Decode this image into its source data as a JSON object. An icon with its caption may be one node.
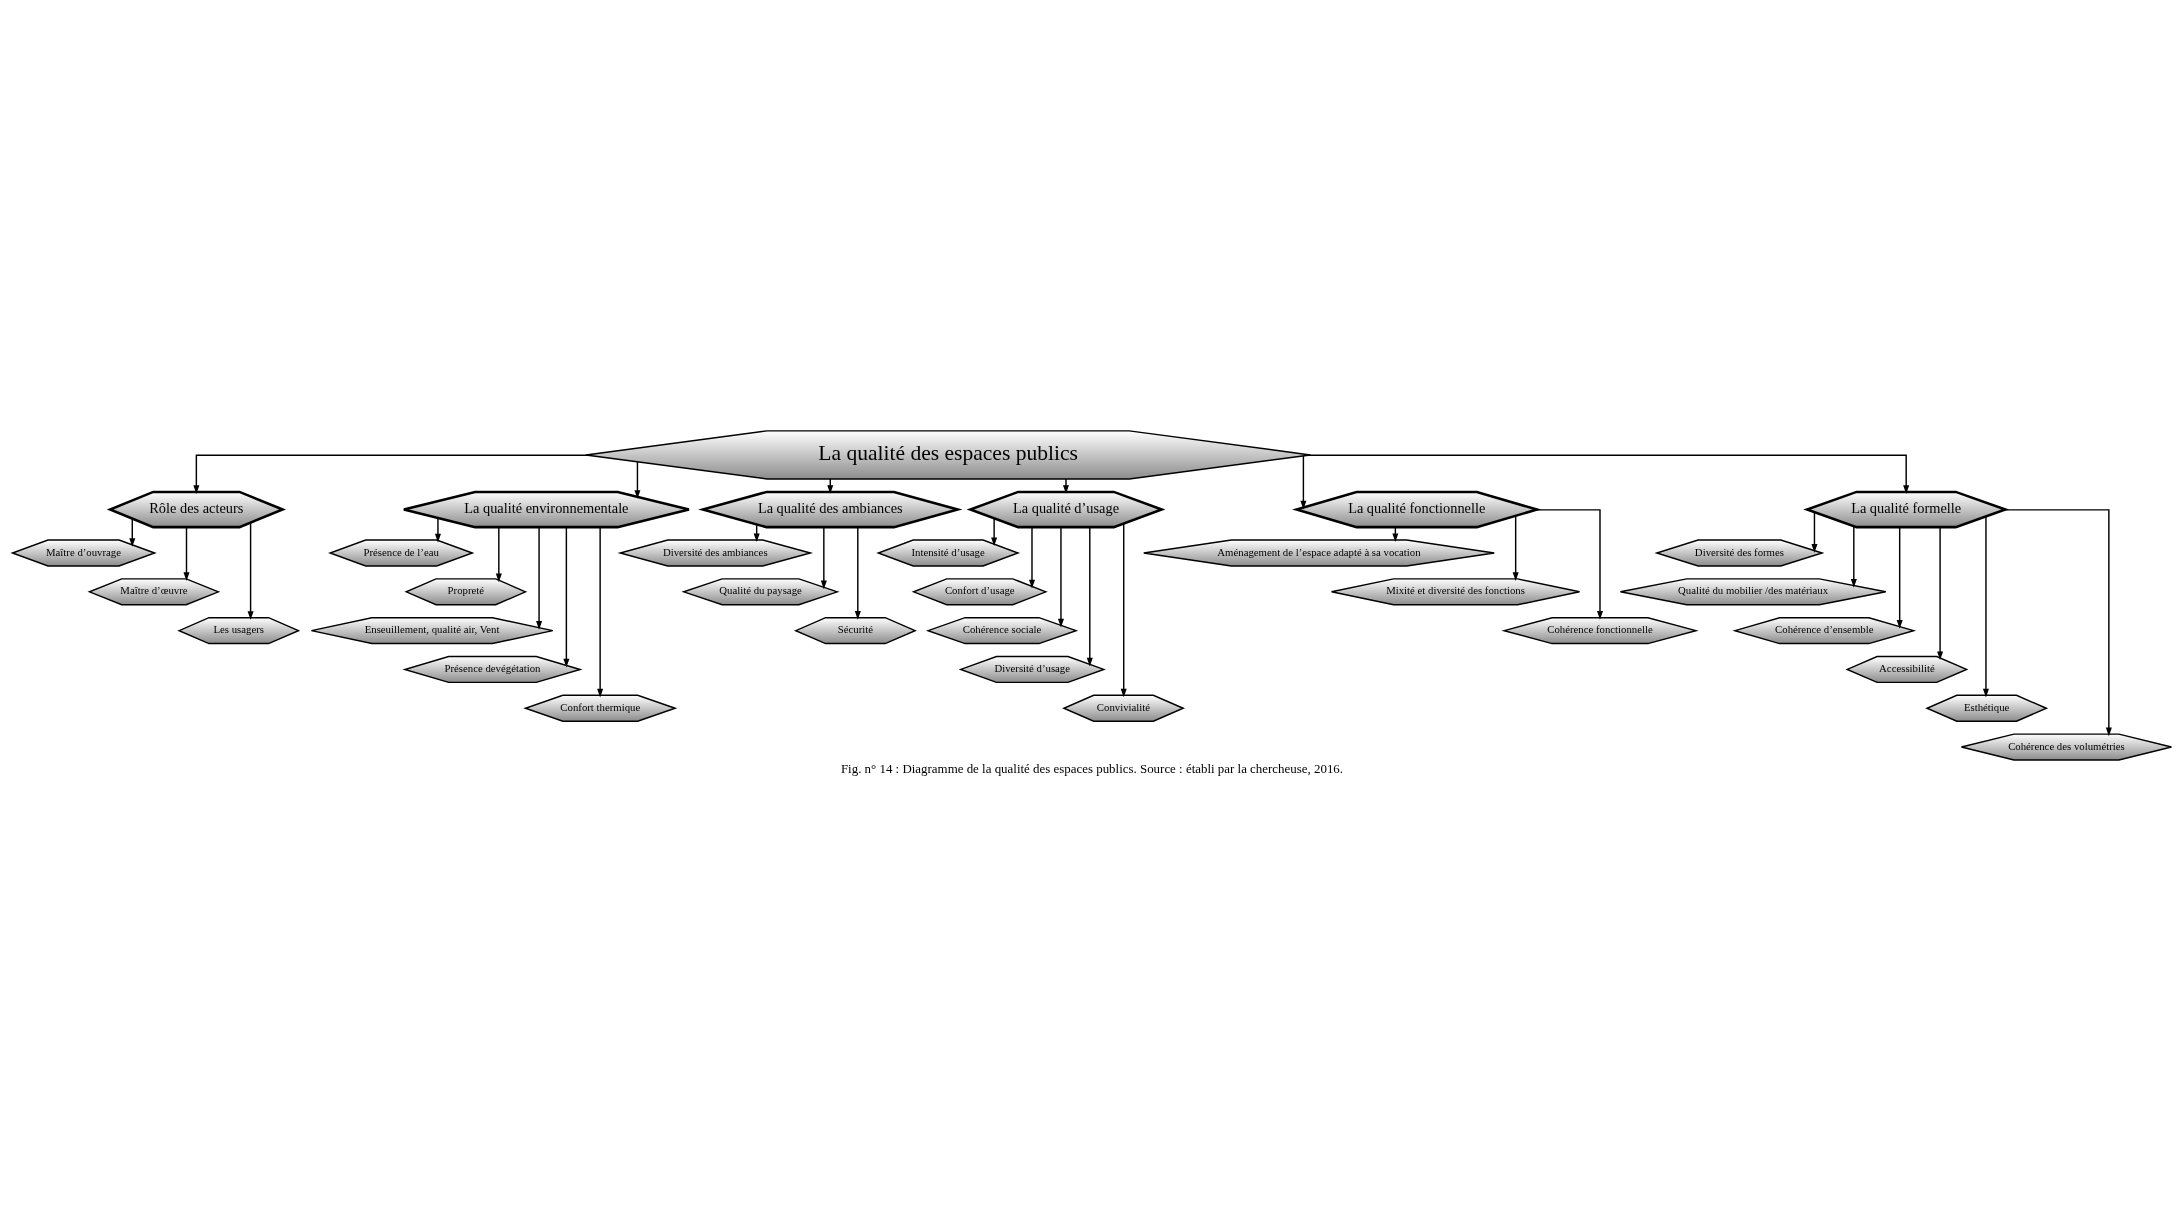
{
  "diagram": {
    "caption": "Fig. n° 14 : Diagramme de la qualité des espaces publics. Source : établi par la chercheuse, 2016.",
    "nodes": [
      {
        "text": [
          "La qualité des espaces publics"
        ]
      },
      {
        "text": [
          "Rôle des acteurs"
        ]
      },
      {
        "text": [
          "La qualité environnementale"
        ]
      },
      {
        "text": [
          "La qualité des ambiances"
        ]
      },
      {
        "text": [
          "La qualité d’usage"
        ]
      },
      {
        "text": [
          "La qualité fonctionnelle"
        ]
      },
      {
        "text": [
          "La qualité formelle"
        ]
      },
      {
        "text": [
          "Maître d’ouvrage"
        ]
      },
      {
        "text": [
          "Maître d’œuvre"
        ]
      },
      {
        "text": [
          "Les usagers"
        ]
      },
      {
        "text": [
          "Présence de l’eau"
        ]
      },
      {
        "text": [
          "Propreté"
        ]
      },
      {
        "text": [
          "Enseuillement, qualité air, Vent"
        ]
      },
      {
        "text": [
          "Présence devégétation"
        ]
      },
      {
        "text": [
          "Confort thermique"
        ]
      },
      {
        "text": [
          "Diversité des ambiances"
        ]
      },
      {
        "text": [
          "Qualité du paysage"
        ]
      },
      {
        "text": [
          "Sécurité"
        ]
      },
      {
        "text": [
          "Intensité d’usage"
        ]
      },
      {
        "text": [
          "Confort d’usage"
        ]
      },
      {
        "text": [
          "Cohérence sociale"
        ]
      },
      {
        "text": [
          "Diversité d’usage"
        ]
      },
      {
        "text": [
          "Convivialité"
        ]
      },
      {
        "text": [
          "Aménagement de l’espace adapté à sa vocation"
        ]
      },
      {
        "text": [
          "Mixité et diversité des fonctions"
        ]
      },
      {
        "text": [
          "Cohérence fonctionnelle"
        ]
      },
      {
        "text": [
          "Diversité des formes"
        ]
      },
      {
        "text": [
          "Qualité du mobilier /des matériaux"
        ]
      },
      {
        "text": [
          "Cohérence d’ensemble"
        ]
      },
      {
        "text": [
          "Accessibilité"
        ]
      },
      {
        "text": [
          "Esthétique"
        ]
      },
      {
        "text": [
          "Cohérence des volumétries"
        ]
      }
    ],
    "edges": [
      {
        "from": 0,
        "to": 1,
        "arrow": "to"
      },
      {
        "from": 0,
        "to": 2,
        "arrow": "to"
      },
      {
        "from": 0,
        "to": 3,
        "arrow": "to"
      },
      {
        "from": 0,
        "to": 4,
        "arrow": "to"
      },
      {
        "from": 0,
        "to": 5,
        "arrow": "to"
      },
      {
        "from": 0,
        "to": 6,
        "arrow": "to"
      },
      {
        "from": 1,
        "to": 7,
        "arrow": "to"
      },
      {
        "from": 1,
        "to": 8,
        "arrow": "to"
      },
      {
        "from": 1,
        "to": 9,
        "arrow": "to"
      },
      {
        "from": 2,
        "to": 10,
        "arrow": "to"
      },
      {
        "from": 2,
        "to": 11,
        "arrow": "to"
      },
      {
        "from": 2,
        "to": 12,
        "arrow": "to"
      },
      {
        "from": 2,
        "to": 13,
        "arrow": "to"
      },
      {
        "from": 2,
        "to": 14,
        "arrow": "to"
      },
      {
        "from": 3,
        "to": 15,
        "arrow": "to"
      },
      {
        "from": 3,
        "to": 16,
        "arrow": "to"
      },
      {
        "from": 3,
        "to": 17,
        "arrow": "to"
      },
      {
        "from": 4,
        "to": 18,
        "arrow": "to"
      },
      {
        "from": 4,
        "to": 19,
        "arrow": "to"
      },
      {
        "from": 4,
        "to": 20,
        "arrow": "to"
      },
      {
        "from": 4,
        "to": 21,
        "arrow": "to"
      },
      {
        "from": 4,
        "to": 22,
        "arrow": "to"
      },
      {
        "from": 5,
        "to": 23,
        "arrow": "to"
      },
      {
        "from": 5,
        "to": 24,
        "arrow": "to"
      },
      {
        "from": 5,
        "to": 25,
        "arrow": "to"
      },
      {
        "from": 6,
        "to": 26,
        "arrow": "to"
      },
      {
        "from": 6,
        "to": 27,
        "arrow": "to"
      },
      {
        "from": 6,
        "to": 28,
        "arrow": "to"
      },
      {
        "from": 6,
        "to": 29,
        "arrow": "to"
      },
      {
        "from": 6,
        "to": 30,
        "arrow": "to"
      },
      {
        "from": 6,
        "to": 31,
        "arrow": "to"
      }
    ]
  }
}
